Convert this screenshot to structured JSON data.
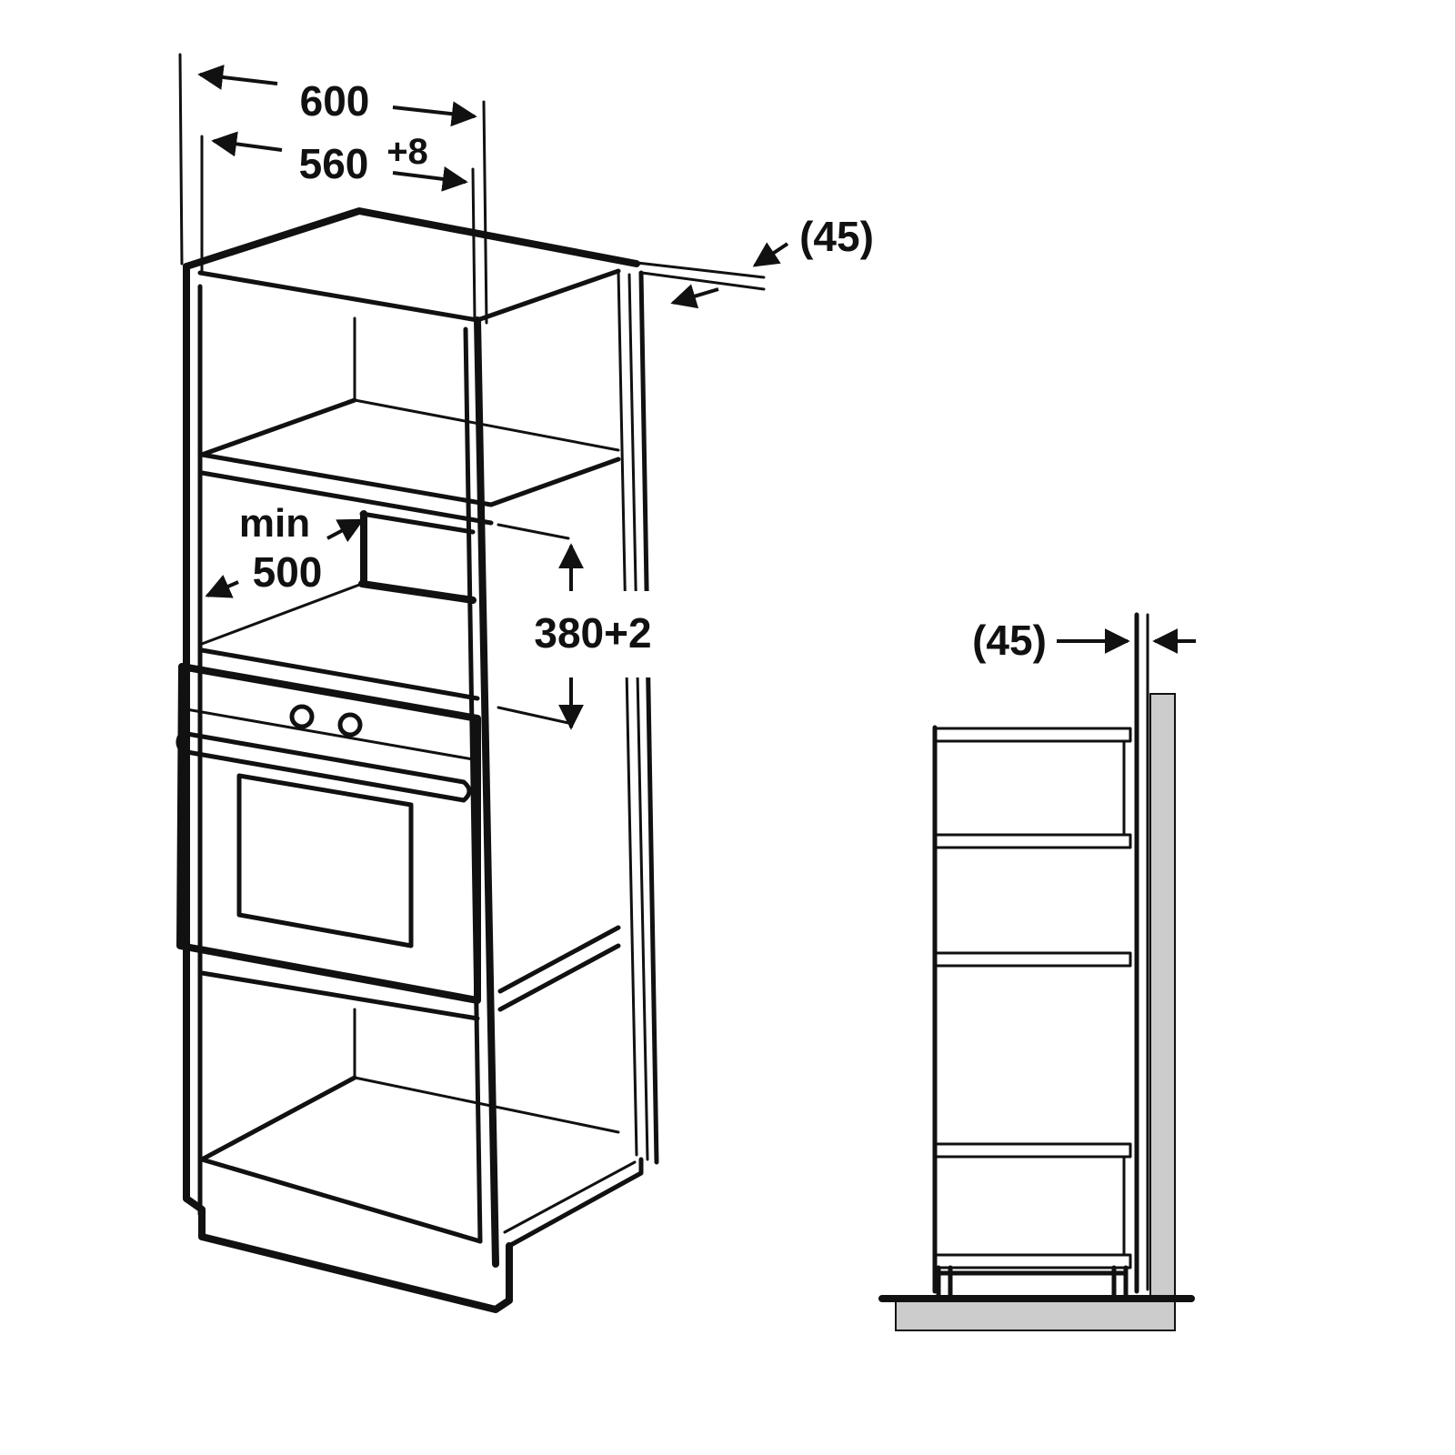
{
  "labels": {
    "width_total": "600",
    "width_niche": "560",
    "width_niche_tolerance": "+8",
    "gap_top": "(45)",
    "min": "min",
    "depth_min": "500",
    "height_niche": "380+2",
    "gap_side": "(45)"
  },
  "colors": {
    "line": "#111111",
    "wall_fill": "#cccccc",
    "label_box": "#ffffff"
  }
}
